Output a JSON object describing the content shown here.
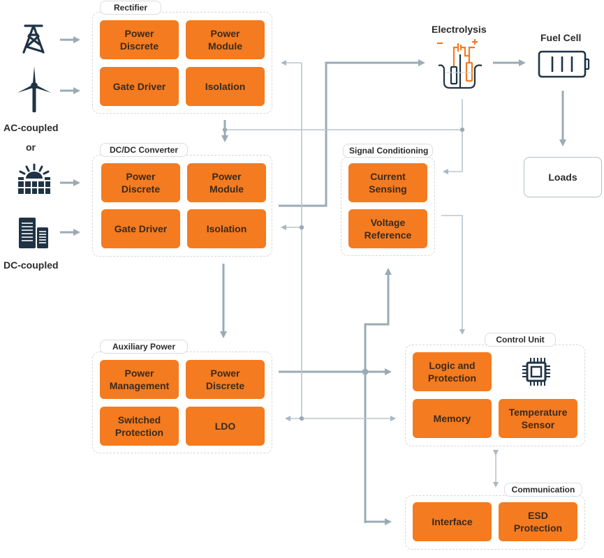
{
  "sources": {
    "ac_label": "AC-coupled",
    "or_label": "or",
    "dc_label": "DC-coupled",
    "icons": [
      "power-tower-icon",
      "wind-turbine-icon",
      "solar-panel-icon",
      "battery-rack-icon"
    ]
  },
  "groups": {
    "rectifier": {
      "title": "Rectifier",
      "blocks": [
        "Power\nDiscrete",
        "Power\nModule",
        "Gate Driver",
        "Isolation"
      ]
    },
    "dcdc": {
      "title": "DC/DC Converter",
      "blocks": [
        "Power\nDiscrete",
        "Power\nModule",
        "Gate Driver",
        "Isolation"
      ]
    },
    "auxiliary": {
      "title": "Auxiliary Power",
      "blocks": [
        "Power\nManagement",
        "Power\nDiscrete",
        "Switched\nProtection",
        "LDO"
      ]
    },
    "signal": {
      "title": "Signal Conditioning",
      "blocks": [
        "Current\nSensing",
        "Voltage\nReference"
      ]
    },
    "control": {
      "title": "Control Unit",
      "blocks": [
        "Logic and\nProtection",
        "Memory",
        "Temperature\nSensor"
      ],
      "icon": "microchip-icon"
    },
    "communication": {
      "title": "Communication",
      "blocks": [
        "Interface",
        "ESD\nProtection"
      ]
    }
  },
  "outputs": {
    "electrolysis_label": "Electrolysis",
    "fuel_cell_label": "Fuel Cell",
    "loads_label": "Loads"
  },
  "colors": {
    "block_fill": "#f47b20",
    "wire": "#9aabb5",
    "icon_dark": "#1f3344",
    "accent_orange": "#f47b20"
  }
}
